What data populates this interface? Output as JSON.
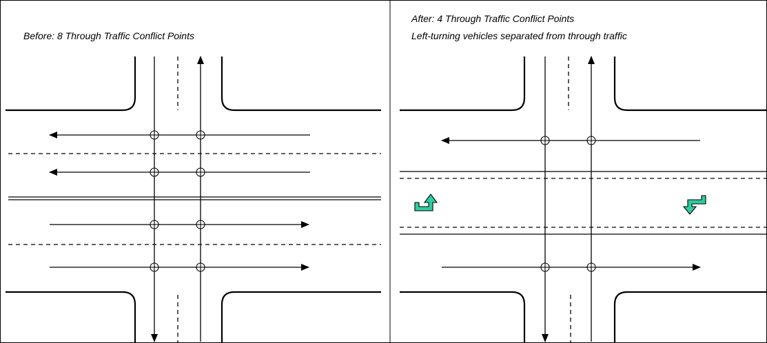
{
  "before_panel": {
    "caption": "Before: 8 Through Traffic Conflict Points"
  },
  "after_panel": {
    "caption_line1": "After:  4 Through Traffic Conflict Points",
    "caption_line2": "Left-turning vehicles separated from through traffic"
  },
  "colors": {
    "line": "#000000",
    "turn_arrow_fill": "#2fcca0",
    "turn_arrow_stroke": "#000000",
    "background": "#ffffff"
  },
  "icons": {
    "conflict_point": "circle-with-crosshair-icon",
    "turn_arrow_left": "left-turn-arrow-icon",
    "turn_arrow_right": "right-turn-arrow-icon"
  }
}
